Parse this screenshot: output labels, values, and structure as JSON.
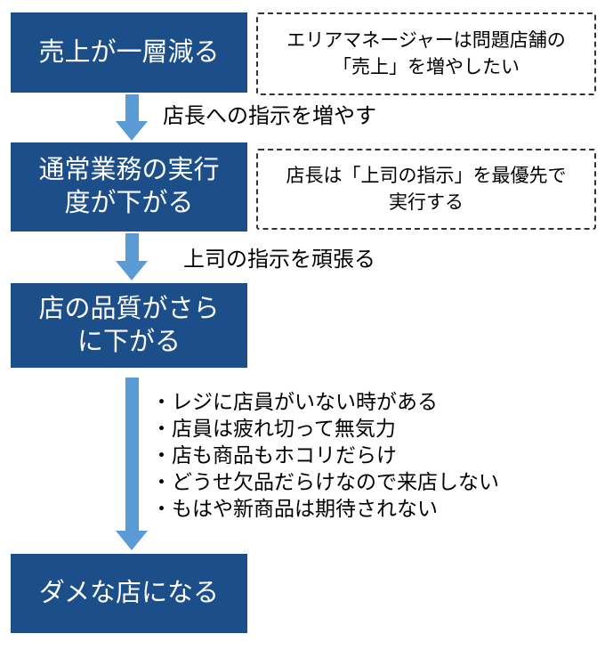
{
  "colors": {
    "box-bg": "#1C4E89",
    "box-text": "#FFFFFF",
    "arrow": "#5B9BD5",
    "note-border": "#333333",
    "text": "#000000"
  },
  "boxes": [
    {
      "label": "売上が一層減る"
    },
    {
      "label": "通常業務の実行\n度が下がる"
    },
    {
      "label": "店の品質がさら\nに下がる"
    },
    {
      "label": "ダメな店になる"
    }
  ],
  "notes": [
    {
      "text": "エリアマネージャーは問題店舗の\n「売上」を増やしたい"
    },
    {
      "text": "店長は「上司の指示」を最優先で\n実行する"
    }
  ],
  "arrow_labels": [
    "店長への指示を増やす",
    "上司の指示を頑張る"
  ],
  "bullets": [
    "・レジに店員がいない時がある",
    "・店員は疲れ切って無気力",
    "・店も商品もホコリだらけ",
    "・どうせ欠品だらけなので来店しない",
    "・もはや新商品は期待されない"
  ]
}
